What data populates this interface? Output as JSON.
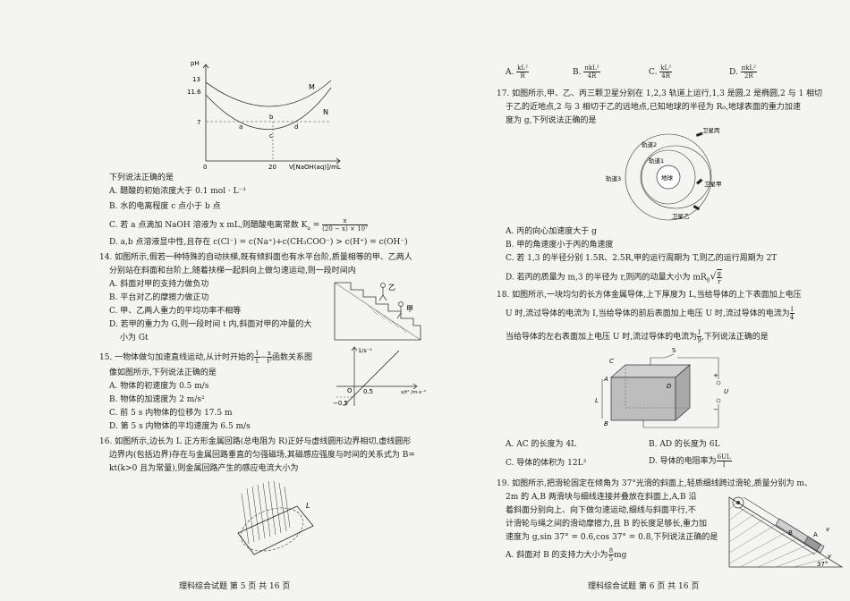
{
  "left": {
    "graph_ph": {
      "ylabel": "pH",
      "yticks": [
        "13",
        "11.6",
        "7"
      ],
      "xticks": [
        "0",
        "20"
      ],
      "xlabel": "V[NaOH(aq)]/mL",
      "labels": {
        "M": "M",
        "N": "N",
        "a": "a",
        "b": "b",
        "c": "c",
        "d": "d"
      }
    },
    "q13": {
      "stem": "下列说法正确的是",
      "A": "A. 醋酸的初始浓度大于 0.1 mol · L⁻¹",
      "B": "B. 水的电离程度 c 点小于 b 点",
      "C_pre": "C. 若 a 点滴加 NaOH 溶液为 x mL,则醋酸电离常数 K",
      "C_sub": "a",
      "C_eq": " = ",
      "C_num": "x",
      "C_den": "(20 − x) × 10⁷",
      "D": "D. a,b 点溶液显中性,且存在 c(Cl⁻) = c(Na⁺)+c(CH₃COO⁻) > c(H⁺) = c(OH⁻)"
    },
    "q14": {
      "line1": "14. 如图所示,假若一种特殊的自动扶梯,既有倾斜面也有水平台阶,质量相等的甲、乙两人",
      "line2": "分别站在斜面和台阶上,随着扶梯一起斜向上做匀速运动,则一段时间内",
      "A": "A. 斜面对甲的支持力做负功",
      "B": "B. 平台对乙的摩擦力做正功",
      "C": "C. 甲、乙两人重力的平均功率不相等",
      "D1": "D. 若甲的重力为 G,则一段时间 t 内,斜面对甲的冲量的大",
      "D2": "小为 Gt",
      "fig_yi": "乙",
      "fig_jia": "甲"
    },
    "q15": {
      "line1_pre": "15. 一物体做匀加速直线运动,从计时开始的",
      "f1_num": "1",
      "f1_den": "t",
      "dash": "−",
      "f2_num": "x",
      "f2_den": "t²",
      "line1_post": "函数关系图",
      "line2": "像如图所示,下列说法正确的是",
      "A": "A. 物体的初速度为 0.5 m/s",
      "B": "B. 物体的加速度为 2 m/s²",
      "C": "C. 前 5 s 内物体的位移为 17.5 m",
      "D": "D. 第 5 s 内物体的平均速度为 6.5 m/s",
      "graph": {
        "ylabel": "1/s⁻¹",
        "origin": "O",
        "x_tick": "0.5",
        "y_tick": "−0.5",
        "xlabel": "x/t² /m·s⁻²"
      }
    },
    "q16": {
      "line1": "16. 如图所示,边长为 L 正方形金属回路(总电阻为 R)正好与虚线圆形边界相切,虚线圆形",
      "line2": "边界内(包括边界)存在与金属回路垂直的匀强磁场,其磁感应强度与时间的关系式为 B=",
      "line3": "kt(k>0 且为常量),则金属回路产生的感应电流大小为",
      "fig_L": "L"
    },
    "footer": "理科综合试题    第 5 页    共 16 页"
  },
  "right": {
    "q16_opts": [
      {
        "letter": "A.",
        "num": "kL²",
        "den": "R"
      },
      {
        "letter": "B.",
        "num": "πkL²",
        "den": "4R"
      },
      {
        "letter": "C.",
        "num": "kL²",
        "den": "4R"
      },
      {
        "letter": "D.",
        "num": "πkL²",
        "den": "2R"
      }
    ],
    "q17": {
      "line1": "17. 如图所示,甲、乙、丙三颗卫星分别在 1,2,3 轨道上运行,1,3 是圆,2 是椭圆,2 与 1 相切",
      "line2": "于乙的近地点,2 与 3 相切于乙的远地点,已知地球的半径为 R₀,地球表面的重力加速",
      "line3": "度为 g,下列说法正确的是",
      "fig": {
        "sat_bing": "卫星丙",
        "orbit2": "轨道2",
        "orbit1": "轨道1",
        "orbit3": "轨道3",
        "earth": "地球",
        "sat_jia": "卫星甲",
        "sat_yi": "卫星乙"
      },
      "A": "A. 丙的向心加速度大于 g",
      "B": "B. 甲的角速度小于丙的角速度",
      "C": "C. 若 1,3 的半径分别 1.5R、2.5R,甲的运行周期为 T,则乙的运行周期为 2T",
      "D_pre": "D. 若丙的质量为 m,3 的半径为 r,则丙的动量大小为 mR",
      "D_sub": "0",
      "D_sqrt_num": "g",
      "D_sqrt_den": "r"
    },
    "q18": {
      "line1_pre": "18. 如图所示,一块均匀的长方体金属导体,上下厚度为 L,当给导体的上下表面加上电压",
      "line2_pre": "U 时,流过导体的电流为 I,当给导体的前后表面加上电压 U 时,流过导体的电流为",
      "line2_num": "I",
      "line2_den": "4",
      "line3_pre": "当给导体的左右表面加上电压 U 时,流过导体的电流为",
      "line3_num": "I",
      "line3_den": "9",
      "line3_post": ",下列说法正确的是",
      "fig": {
        "C": "C",
        "S": "S",
        "A": "A",
        "D": "D",
        "L": "L",
        "B": "B",
        "U": "U",
        "plus": "+",
        "minus": "−"
      },
      "A": "A. AC 的长度为 4L",
      "B": "B. AD 的长度为 6L",
      "C": "C. 导体的体积为 12L³",
      "D_pre": "D. 导体的电阻率为",
      "D_num": "6UL",
      "D_den": "I"
    },
    "q19": {
      "line1": "19. 如图所示,把滑轮固定在倾角为 37°光滑的斜面上,轻质细线跨过滑轮,质量分别为 m、",
      "line2": "2m 的 A,B 两滑块与细线连接并叠放在斜面上,A,B 沿",
      "line3": "着斜面分别向上、向下做匀速运动,细线与斜面平行,不",
      "line4": "计滑轮与绳之间的滑动摩擦力,且 B 的长度足够长,重力加",
      "line5": "速度为 g,sin 37° = 0.6,cos 37° = 0.8,下列说法正确的是",
      "A_pre": "A. 斜面对 B 的支持力大小为",
      "A_num": "8",
      "A_den": "5",
      "A_post": "mg",
      "fig": {
        "A": "A",
        "B": "B",
        "v1": "v",
        "v2": "v",
        "angle": "37°"
      }
    },
    "footer": "理科综合试题    第 6 页    共 16 页"
  }
}
